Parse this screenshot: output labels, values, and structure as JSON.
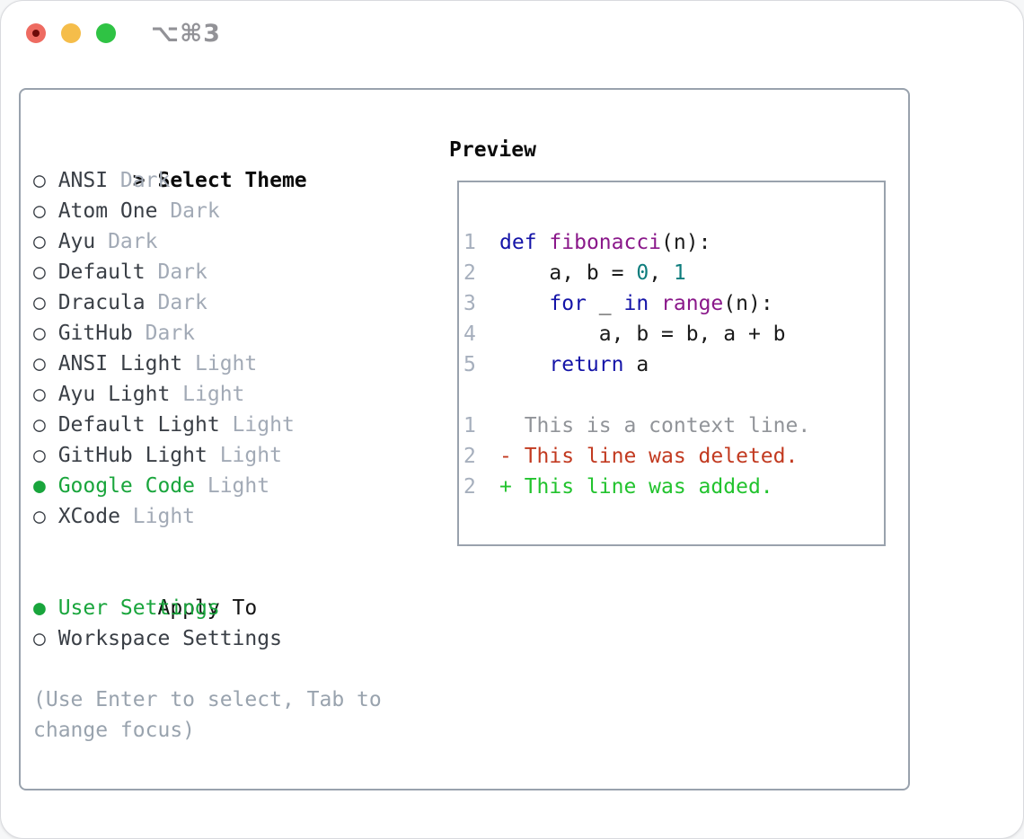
{
  "window": {
    "title": "⌥⌘3",
    "traffic_lights": [
      {
        "name": "close",
        "color": "#ee6b61"
      },
      {
        "name": "minimize",
        "color": "#f5bd4a"
      },
      {
        "name": "zoom",
        "color": "#2fc344"
      }
    ]
  },
  "theme_panel": {
    "header": {
      "prefix": ">",
      "label": "Select Theme"
    },
    "items": [
      {
        "name": "ANSI",
        "variant": "Dark",
        "selected": false
      },
      {
        "name": "Atom One",
        "variant": "Dark",
        "selected": false
      },
      {
        "name": "Ayu",
        "variant": "Dark",
        "selected": false
      },
      {
        "name": "Default",
        "variant": "Dark",
        "selected": false
      },
      {
        "name": "Dracula",
        "variant": "Dark",
        "selected": false
      },
      {
        "name": "GitHub",
        "variant": "Dark",
        "selected": false
      },
      {
        "name": "ANSI Light",
        "variant": "Light",
        "selected": false
      },
      {
        "name": "Ayu Light",
        "variant": "Light",
        "selected": false
      },
      {
        "name": "Default Light",
        "variant": "Light",
        "selected": false
      },
      {
        "name": "GitHub Light",
        "variant": "Light",
        "selected": false
      },
      {
        "name": "Google Code",
        "variant": "Light",
        "selected": true
      },
      {
        "name": "XCode",
        "variant": "Light",
        "selected": false
      }
    ],
    "markers": {
      "unselected": "○",
      "selected": "●"
    },
    "apply_to": {
      "label": "Apply To",
      "options": [
        {
          "label": "User Settings",
          "selected": true
        },
        {
          "label": "Workspace Settings",
          "selected": false
        }
      ]
    },
    "help_lines": [
      "(Use Enter to select, Tab to",
      "change focus)"
    ]
  },
  "preview_panel": {
    "header": "Preview",
    "code_lines": [
      {
        "num": "1",
        "tokens": [
          {
            "c": "kw",
            "t": "def"
          },
          {
            "c": "pl",
            "t": " "
          },
          {
            "c": "fn",
            "t": "fibonacci"
          },
          {
            "c": "pl",
            "t": "(n):"
          }
        ]
      },
      {
        "num": "2",
        "tokens": [
          {
            "c": "pl",
            "t": "    a, b = "
          },
          {
            "c": "lit",
            "t": "0"
          },
          {
            "c": "pl",
            "t": ", "
          },
          {
            "c": "lit",
            "t": "1"
          }
        ]
      },
      {
        "num": "3",
        "tokens": [
          {
            "c": "pl",
            "t": "    "
          },
          {
            "c": "kw",
            "t": "for"
          },
          {
            "c": "pl",
            "t": " _ "
          },
          {
            "c": "kw",
            "t": "in"
          },
          {
            "c": "pl",
            "t": " "
          },
          {
            "c": "fn",
            "t": "range"
          },
          {
            "c": "pl",
            "t": "(n):"
          }
        ]
      },
      {
        "num": "4",
        "tokens": [
          {
            "c": "pl",
            "t": "        a, b = b, a + b"
          }
        ]
      },
      {
        "num": "5",
        "tokens": [
          {
            "c": "pl",
            "t": "    "
          },
          {
            "c": "kw",
            "t": "return"
          },
          {
            "c": "pl",
            "t": " a"
          }
        ]
      }
    ],
    "diff_lines": [
      {
        "num": "1",
        "c": "ctx",
        "t": "  This is a context line."
      },
      {
        "num": "2",
        "c": "del",
        "t": "- This line was deleted."
      },
      {
        "num": "2",
        "c": "add",
        "t": "+ This line was added."
      }
    ]
  },
  "colors": {
    "border": "#99a2ad",
    "item_text": "#3a3f46",
    "variant_text": "#a2aab6",
    "help_text": "#99a3ae",
    "accent_green": "#19a53c",
    "kw": "#1414a8",
    "fn": "#8a188a",
    "lit": "#0e7d7d",
    "plain": "#1a1a1a",
    "ctx": "#919499",
    "del": "#c23a20",
    "add": "#22c32e",
    "ln": "#a6afbd",
    "title_text": "#929297"
  }
}
